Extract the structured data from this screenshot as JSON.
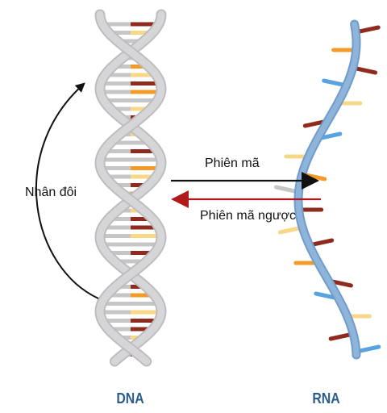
{
  "labels": {
    "replication": "Nhân đôi",
    "transcription": "Phiên mã",
    "reverse_transcription": "Phiên mã ngược",
    "dna": "DNA",
    "rna": "RNA"
  },
  "colors": {
    "molecule_label": "#2a5d8c",
    "forward_arrow": "#111111",
    "reverse_arrow": "#b01a1a",
    "replication_arrow": "#111111",
    "dna_backbone": "#d6d6d8",
    "rna_backbone": "#8fb4d9",
    "base_dark_red": "#8e2a1e",
    "base_orange": "#f39a2b",
    "base_light_yellow": "#f7d889",
    "base_grey": "#c6c6c6",
    "base_blue": "#58a4e0"
  }
}
